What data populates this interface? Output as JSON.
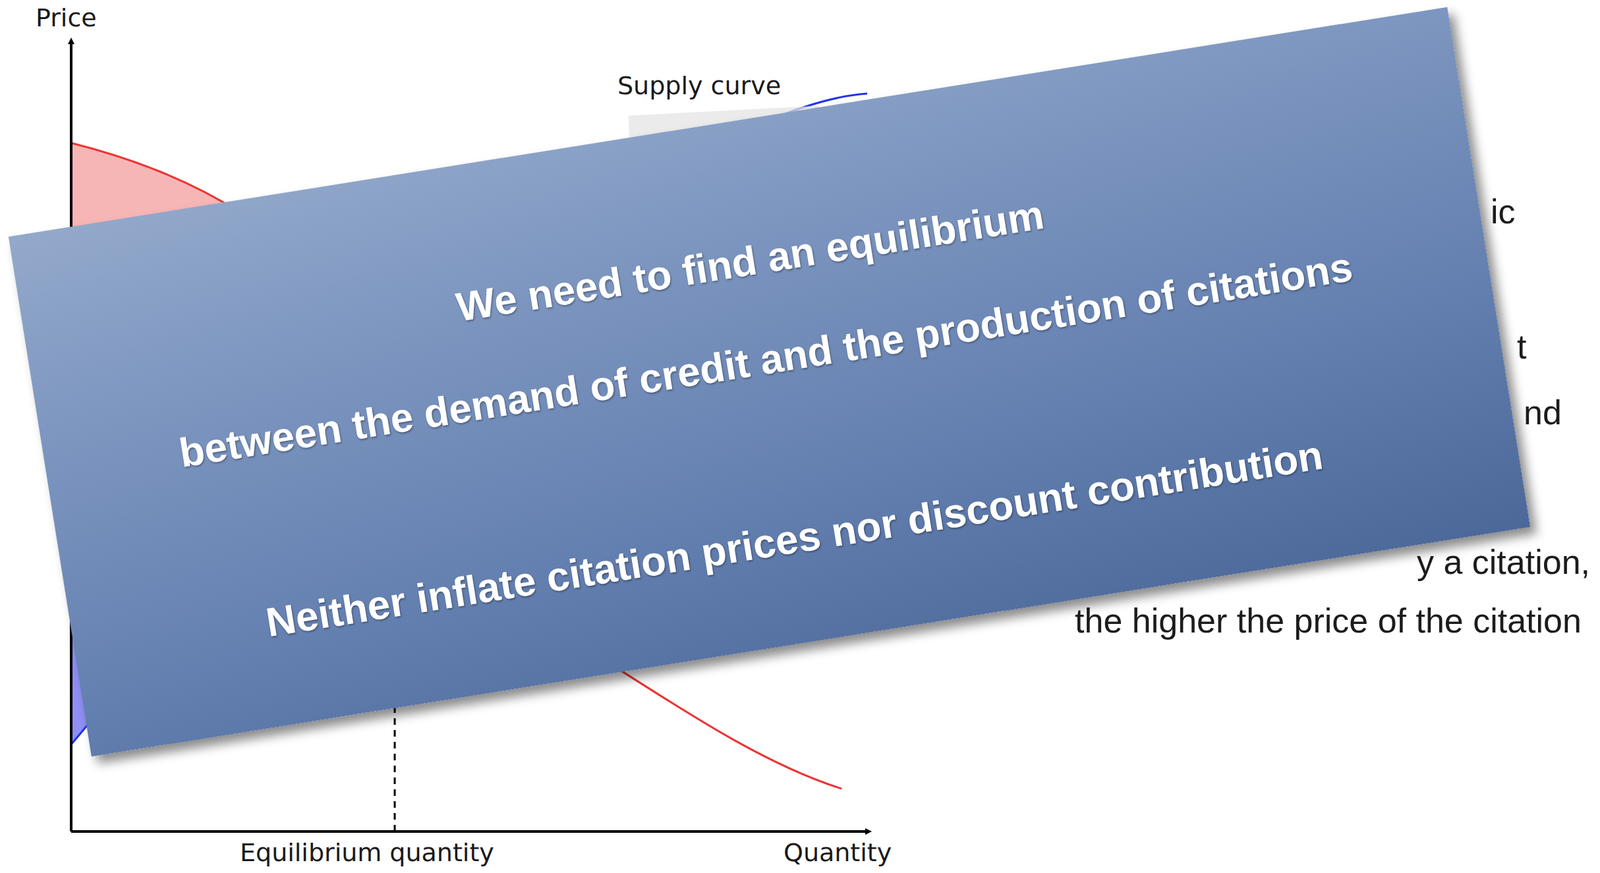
{
  "diagram": {
    "nodes": [
      {
        "text": [
          "We need to find an equilibrium",
          "between the demand of credit and the production of citations",
          "Neither inflate citation prices nor discount contribution"
        ]
      }
    ],
    "labels": [
      "Price",
      "Supply curve",
      "Equilibrium quantity",
      "Quantity",
      "ic",
      "t",
      "nd",
      "y a citation,",
      "the higher the price of the citation"
    ]
  }
}
